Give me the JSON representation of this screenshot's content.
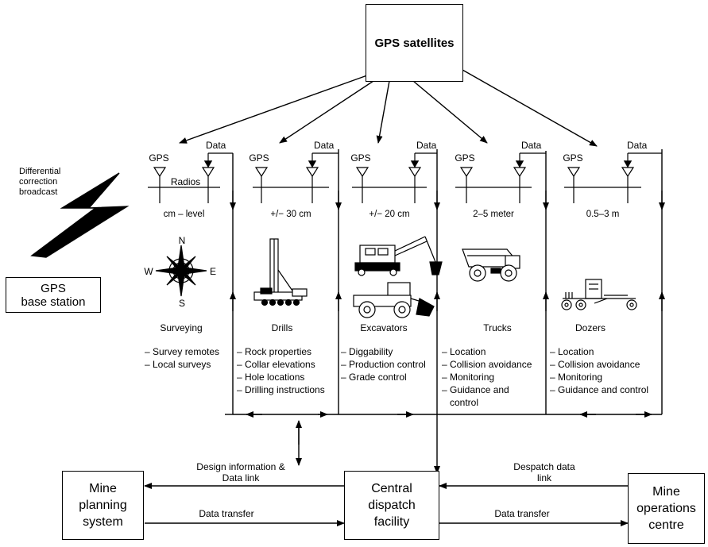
{
  "satellites": {
    "label": "GPS satellites"
  },
  "base_station": {
    "broadcast_lines": [
      "Differential",
      "correction",
      "broadcast"
    ],
    "label_lines": [
      "GPS",
      "base station"
    ]
  },
  "columns": [
    {
      "gps": "GPS",
      "data": "Data",
      "radios": "Radios",
      "accuracy": "cm – level",
      "name": "Surveying",
      "items": [
        "– Survey remotes",
        "– Local surveys"
      ]
    },
    {
      "gps": "GPS",
      "data": "Data",
      "accuracy": "+/− 30 cm",
      "name": "Drills",
      "items": [
        "– Rock properties",
        "– Collar elevations",
        "– Hole locations",
        "– Drilling instructions"
      ]
    },
    {
      "gps": "GPS",
      "data": "Data",
      "accuracy": "+/− 20 cm",
      "name": "Excavators",
      "items": [
        "– Diggability",
        "– Production control",
        "– Grade control"
      ]
    },
    {
      "gps": "GPS",
      "data": "Data",
      "accuracy": "2–5 meter",
      "name": "Trucks",
      "items": [
        "– Location",
        "– Collision avoidance",
        "– Monitoring",
        "– Guidance and",
        "  control"
      ]
    },
    {
      "gps": "GPS",
      "data": "Data",
      "accuracy": "0.5–3 m",
      "name": "Dozers",
      "items": [
        "– Location",
        "– Collision avoidance",
        "– Monitoring",
        "– Guidance and control"
      ]
    }
  ],
  "compass": {
    "n": "N",
    "s": "S",
    "e": "E",
    "w": "W"
  },
  "bottom": {
    "planning_lines": [
      "Mine",
      "planning",
      "system"
    ],
    "central_lines": [
      "Central",
      "dispatch",
      "facility"
    ],
    "operations_lines": [
      "Mine",
      "operations",
      "centre"
    ],
    "design_link_lines": [
      "Design information &",
      "Data link"
    ],
    "transfer_left": "Data transfer",
    "despatch_lines": [
      "Despatch data",
      "link"
    ],
    "transfer_right": "Data transfer"
  }
}
